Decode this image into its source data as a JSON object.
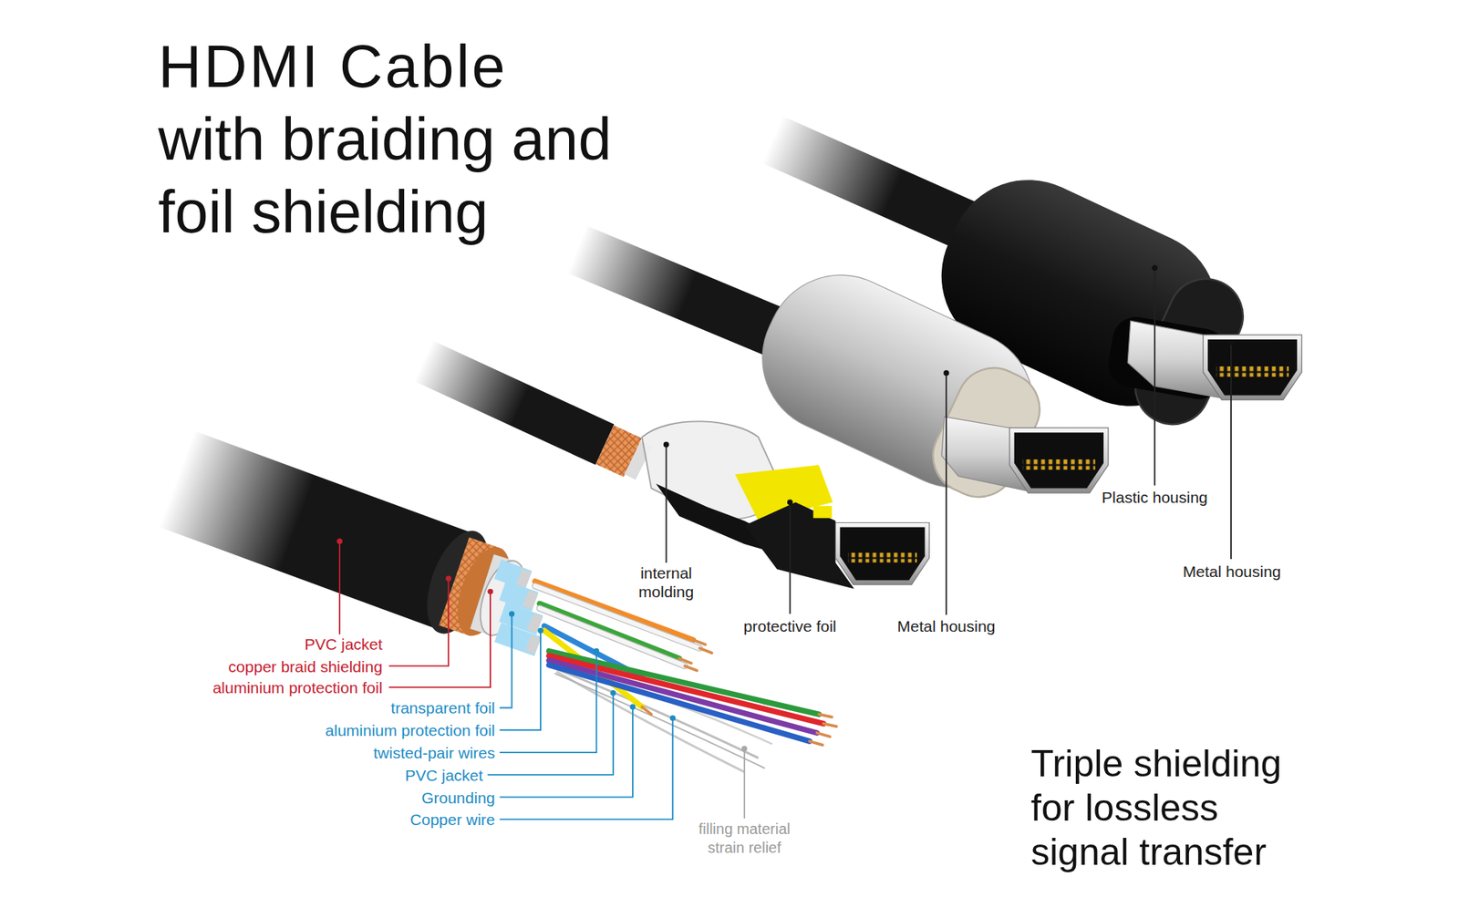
{
  "diagram": {
    "title": "HDMI Cable with braiding and foil shielding",
    "caption": "Triple shielding for lossless signal transfer",
    "labels": [
      "internal molding",
      "protective foil",
      "Metal housing",
      "Plastic housing",
      "Metal housing",
      "PVC jacket",
      "copper braid shielding",
      "aluminium protection foil",
      "transparent foil",
      "aluminium protection foil",
      "twisted-pair wires",
      "PVC jacket",
      "Grounding",
      "Copper wire",
      "filling material strain relief"
    ]
  }
}
